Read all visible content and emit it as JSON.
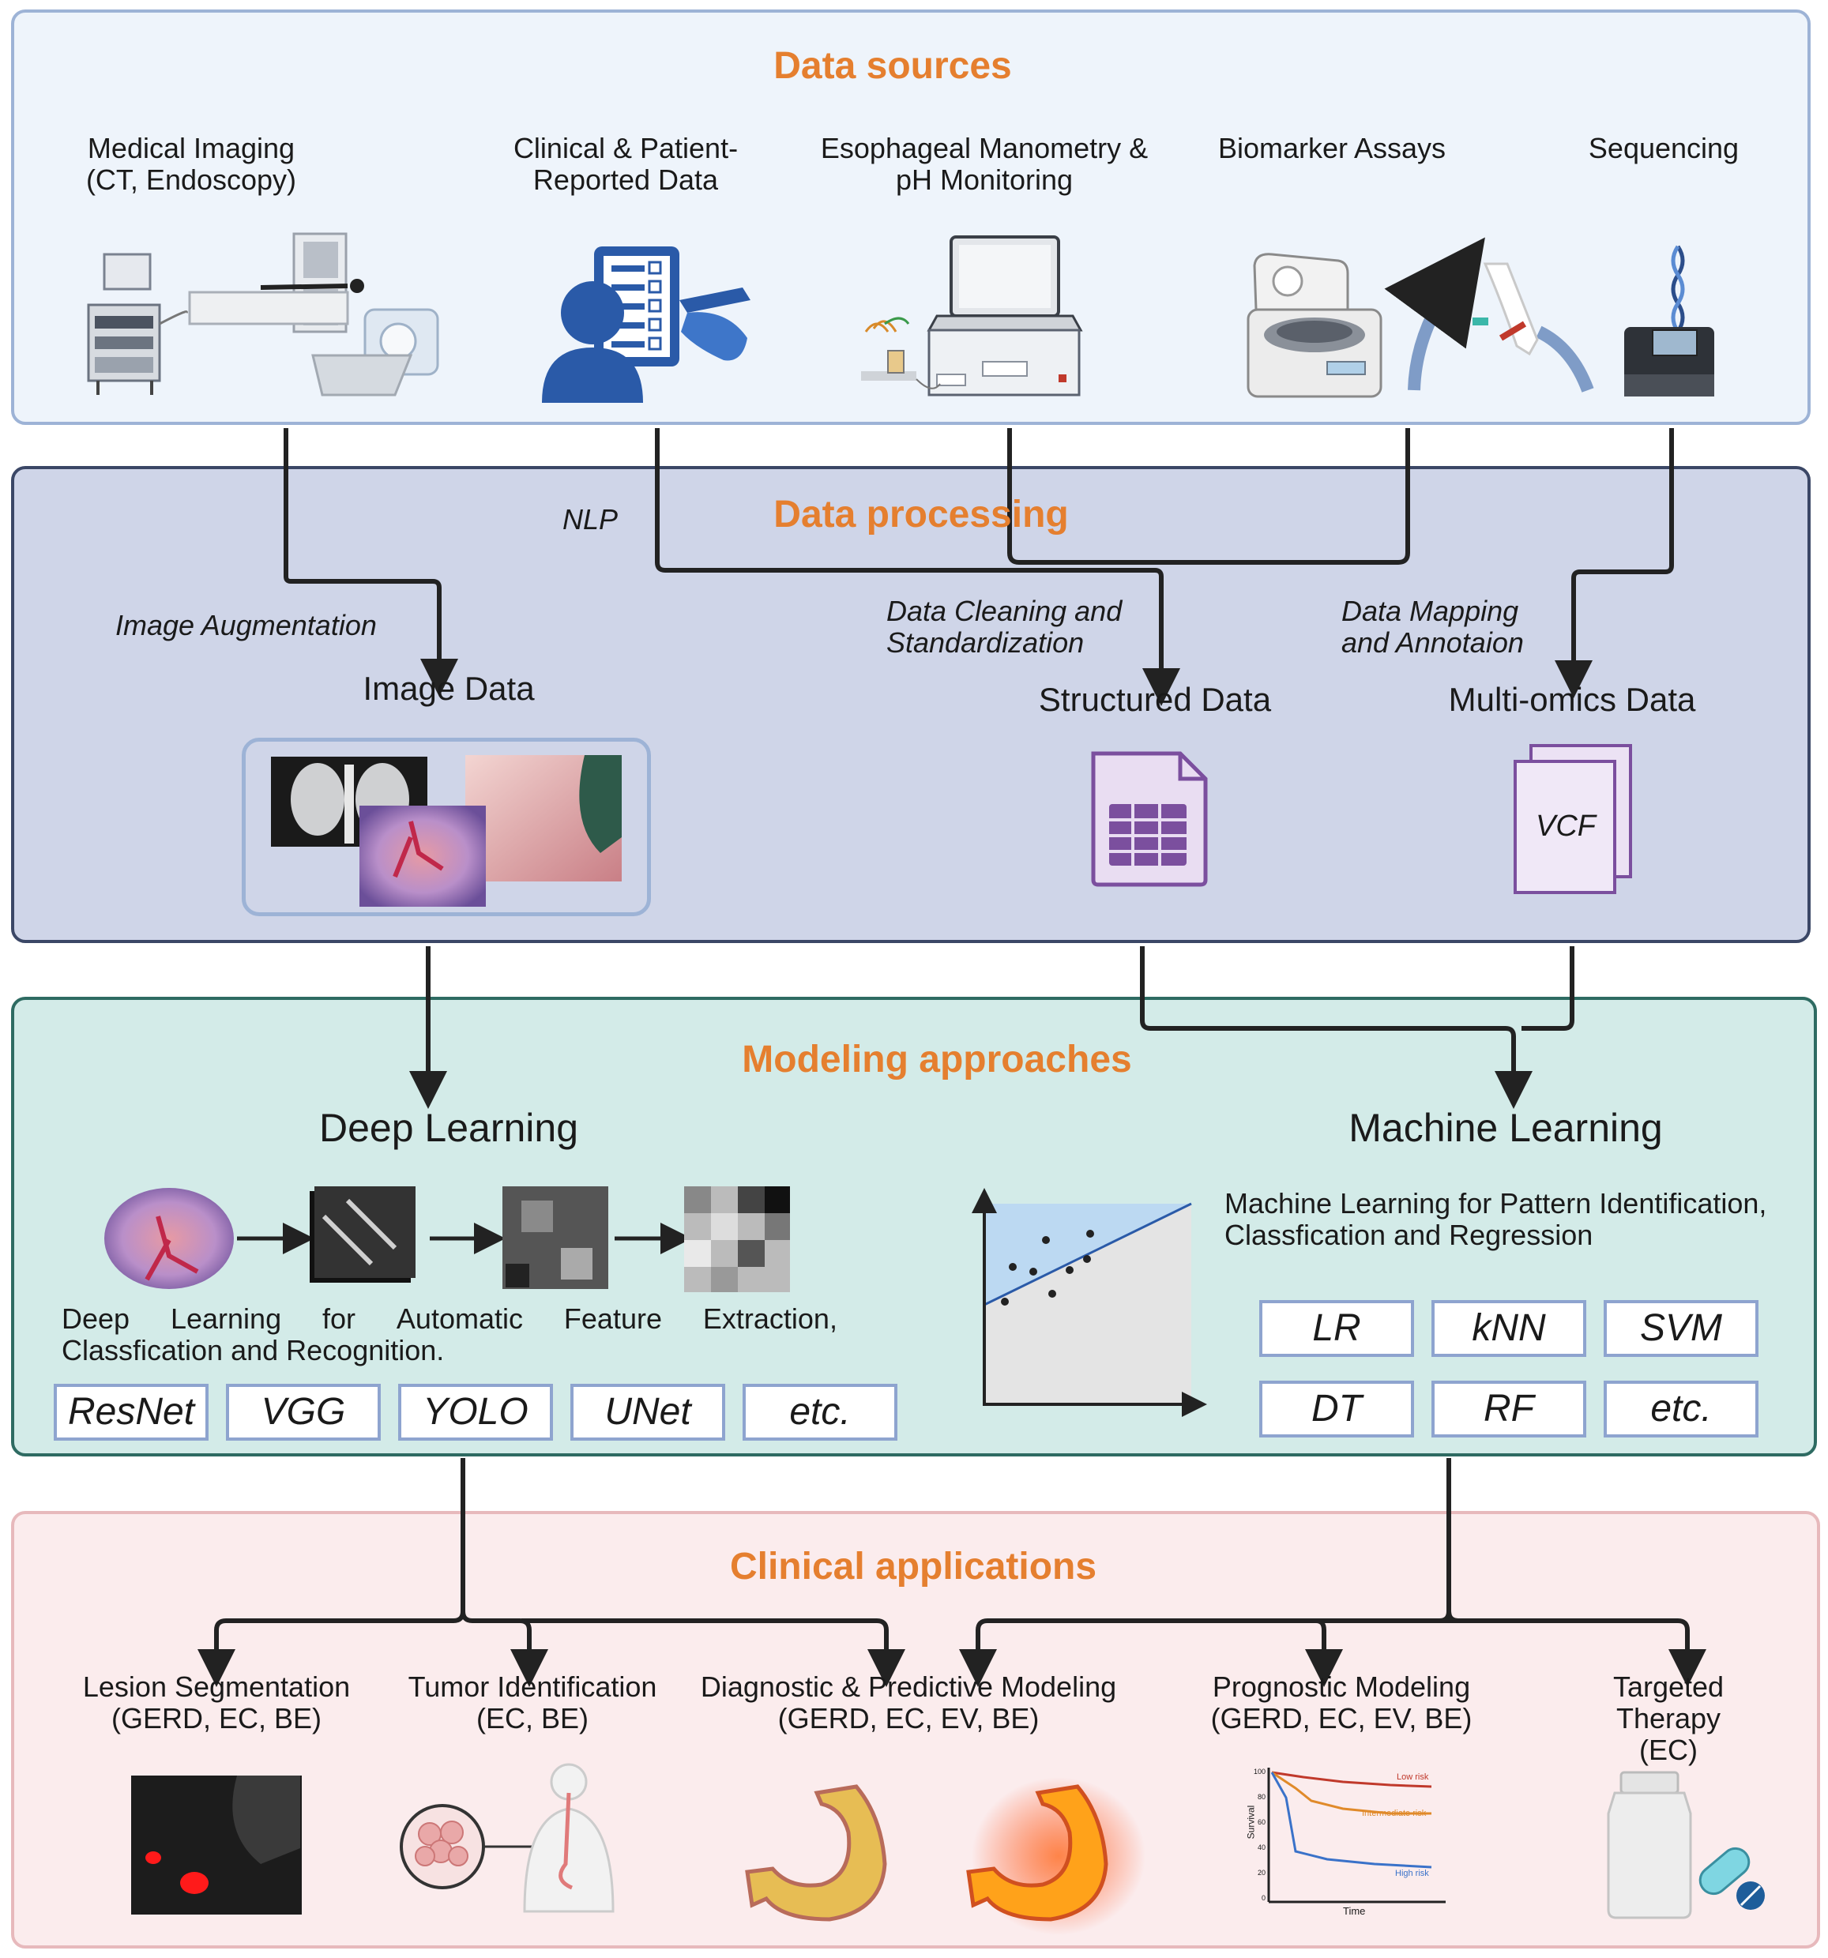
{
  "sections": {
    "sources": {
      "title": "Data sources",
      "items": [
        "Medical Imaging\n(CT, Endoscopy)",
        "Clinical & Patient-\nReported Data",
        "Esophageal Manometry &\npH Monitoring",
        "Biomarker Assays",
        "Sequencing"
      ]
    },
    "processing": {
      "title": "Data processing",
      "nlp": "NLP",
      "image_augmentation": "Image Augmentation",
      "data_cleaning": "Data Cleaning and\nStandardization",
      "data_mapping": "Data Mapping\nand Annotaion",
      "image_data": "Image Data",
      "structured_data": "Structured Data",
      "multiomics_data": "Multi-omics Data",
      "vcf": "VCF"
    },
    "modeling": {
      "title": "Modeling approaches",
      "deep_learning": "Deep Learning",
      "machine_learning": "Machine Learning",
      "dl_desc_words": [
        "Deep",
        "Learning",
        "for",
        "Automatic",
        "Feature",
        "Extraction,"
      ],
      "dl_desc_line2": "Classfication and Recognition.",
      "ml_desc": "Machine Learning for Pattern Identification,\nClassfication and Regression",
      "dl_models": [
        "ResNet",
        "VGG",
        "YOLO",
        "UNet",
        "etc."
      ],
      "ml_models": [
        "LR",
        "kNN",
        "SVM",
        "DT",
        "RF",
        "etc."
      ]
    },
    "clinical": {
      "title": "Clinical applications",
      "items": [
        "Lesion Segmentation\n(GERD, EC, BE)",
        "Tumor Identification\n(EC, BE)",
        "Diagnostic & Predictive Modeling\n(GERD, EC, EV, BE)",
        "Prognostic Modeling\n(GERD, EC, EV, BE)",
        "Targeted Therapy\n(EC)"
      ],
      "km": {
        "ylabel": "Survival",
        "xlabel": "Time",
        "yticks": [
          "100",
          "80",
          "60",
          "40",
          "20",
          "0"
        ],
        "series": [
          "Low risk",
          "Intermediate risk",
          "High risk"
        ]
      }
    }
  },
  "colors": {
    "title": "#e57f2f",
    "sources_bg": "#eef4fb",
    "processing_bg": "#cfd5e8",
    "modeling_bg": "#d3ebe8",
    "clinical_bg": "#fbeced",
    "icon_blue": "#2a5aa8",
    "purple": "#7b4f9e"
  },
  "icons": [
    "endoscopy-tower-icon",
    "ct-scanner-icon",
    "clinician-checklist-icon",
    "laptop-manometry-icon",
    "centrifuge-icon",
    "blood-draw-icon",
    "sequencer-icon",
    "spreadsheet-file-icon",
    "vcf-file-icon",
    "stomach-icon",
    "medicine-bottle-icon",
    "capsule-icon"
  ]
}
